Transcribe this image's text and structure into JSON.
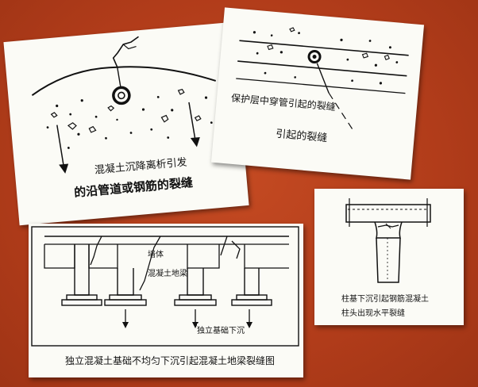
{
  "panel_settlement": {
    "caption_line1": "混凝土沉降离析引发",
    "caption_line2": "的沿管道或钢筋的裂缝"
  },
  "panel_pipe": {
    "caption_line1": "保护层中穿管引起的裂缝",
    "caption_line2": "引起的裂缝"
  },
  "panel_foundation": {
    "label_wall": "墙体",
    "label_beam": "混凝土地梁",
    "label_settle": "独立基础下沉",
    "caption": "独立混凝土基础不均匀下沉引起混凝土地梁裂缝图"
  },
  "panel_column": {
    "caption_line1": "柱基下沉引起钢筋混凝土",
    "caption_line2": "柱头出现水平裂缝"
  }
}
